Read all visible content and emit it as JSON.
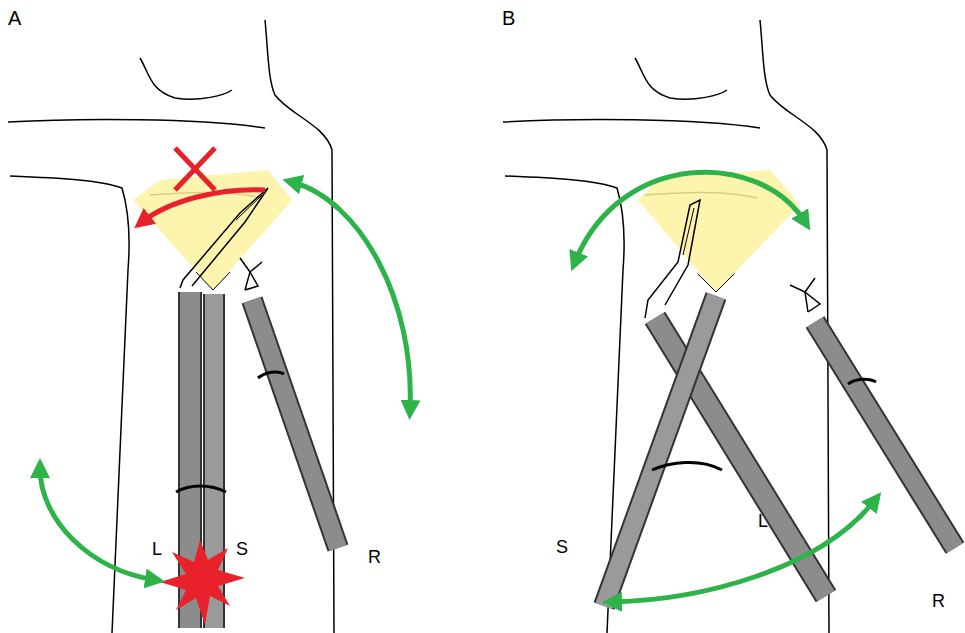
{
  "diagram": {
    "labels": [
      "A",
      "L",
      "S",
      "R",
      "B",
      "S",
      "L",
      "R"
    ]
  }
}
